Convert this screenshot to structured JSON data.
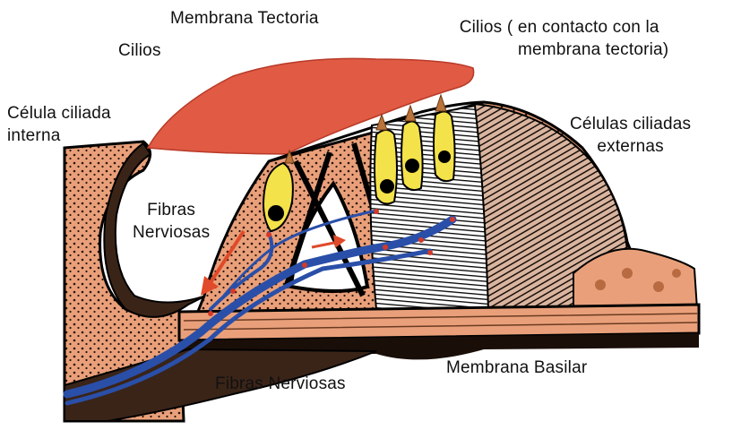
{
  "labels": {
    "membrana_tectoria": "Membrana Tectoria",
    "cilios": "Cilios",
    "cilios_contacto_line1": "Cilios ( en contacto con la",
    "cilios_contacto_line2": "membrana  tectoria)",
    "celula_interna_line1": "Célula ciliada",
    "celula_interna_line2": "interna",
    "celulas_externas_line1": "Células ciliadas",
    "celulas_externas_line2": "externas",
    "fibras_mid_line1": "Fibras",
    "fibras_mid_line2": "Nerviosas",
    "fibras_bottom": "Fibras Nerviosas",
    "membrana_basilar": "Membrana Basilar"
  },
  "colors": {
    "tectorial": "#e05a44",
    "tissue_salmon": "#e9a07a",
    "tissue_dark": "#3a2418",
    "hair_cell": "#f4e24a",
    "nerve": "#2a4fa8",
    "arrow": "#e04a2a",
    "outline": "#000000"
  }
}
